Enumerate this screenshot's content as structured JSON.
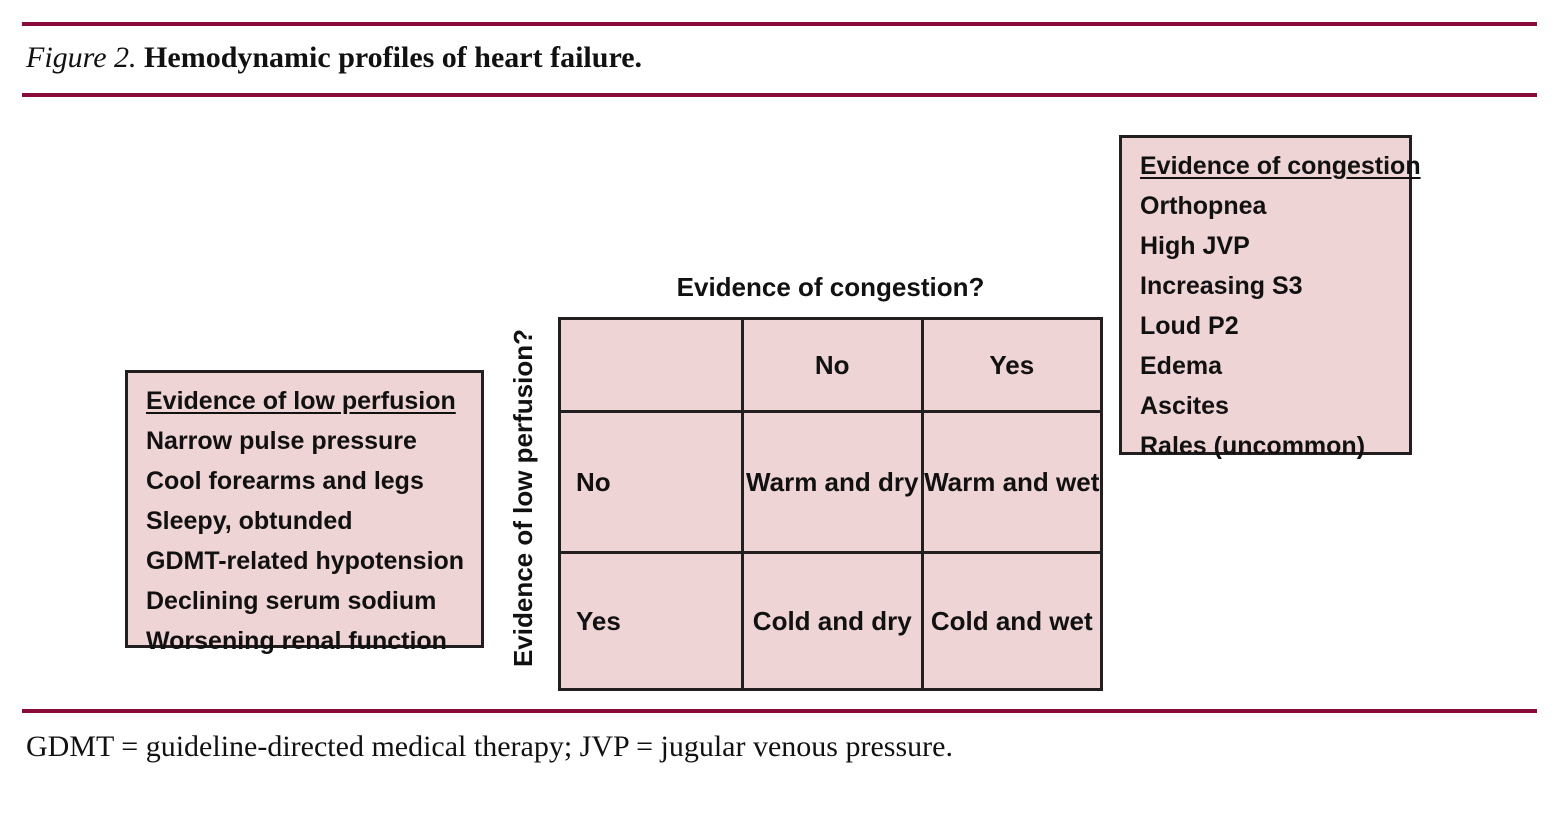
{
  "figure": {
    "label": "Figure 2.",
    "caption": "Hemodynamic profiles of heart failure.",
    "footnote": "GDMT = guideline-directed medical therapy; JVP = jugular venous pressure.",
    "rule_color": "#8B0A3C",
    "panel_fill_color": "#EFD4D6",
    "panel_border_color": "#231f20"
  },
  "low_perfusion_box": {
    "title": "Evidence of low perfusion",
    "items": [
      "Narrow pulse pressure",
      "Cool forearms and legs",
      "Sleepy, obtunded",
      "GDMT-related hypotension",
      "Declining serum sodium",
      "Worsening renal function"
    ]
  },
  "congestion_box": {
    "title": "Evidence of congestion",
    "items": [
      "Orthopnea",
      "High JVP",
      "Increasing S3",
      "Loud P2",
      "Edema",
      "Ascites",
      "Rales (uncommon)"
    ]
  },
  "matrix": {
    "column_axis_label": "Evidence of congestion?",
    "row_axis_label": "Evidence of low perfusion?",
    "column_headers": [
      "No",
      "Yes"
    ],
    "row_headers": [
      "No",
      "Yes"
    ],
    "cells": [
      [
        "Warm and dry",
        "Warm and wet"
      ],
      [
        "Cold and dry",
        "Cold and wet"
      ]
    ]
  }
}
